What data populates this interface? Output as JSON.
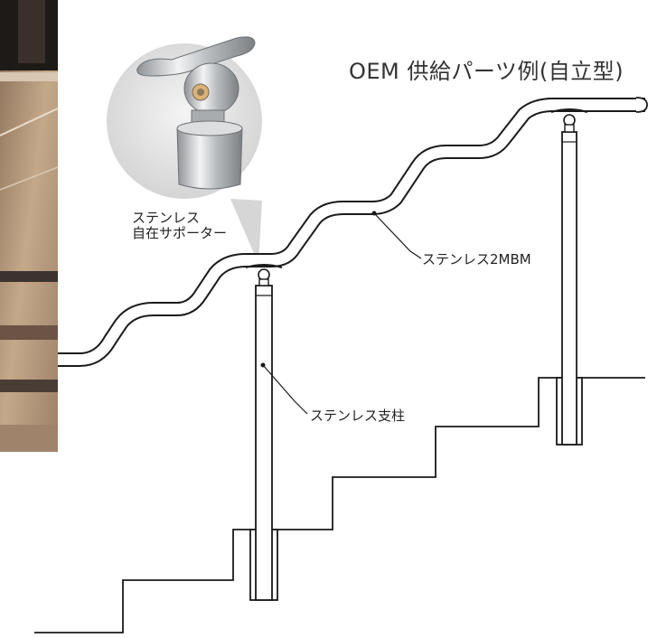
{
  "title": "OEM 供給パーツ例(自立型)",
  "labels": {
    "supporter_line1": "ステンレス",
    "supporter_line2": "自在サポーター",
    "handrail": "ステンレス2MBM",
    "post": "ステンレス支柱"
  },
  "colors": {
    "line": "#1a1a1a",
    "text": "#222222",
    "photo_frame": "#2a2420",
    "photo_floor": "#b59a7c",
    "bubble_bg": "#e6e6e6",
    "metal": "#c8cacc"
  },
  "icons": {
    "photo": "staircase-photo",
    "callout": "supporter-closeup-bubble"
  }
}
